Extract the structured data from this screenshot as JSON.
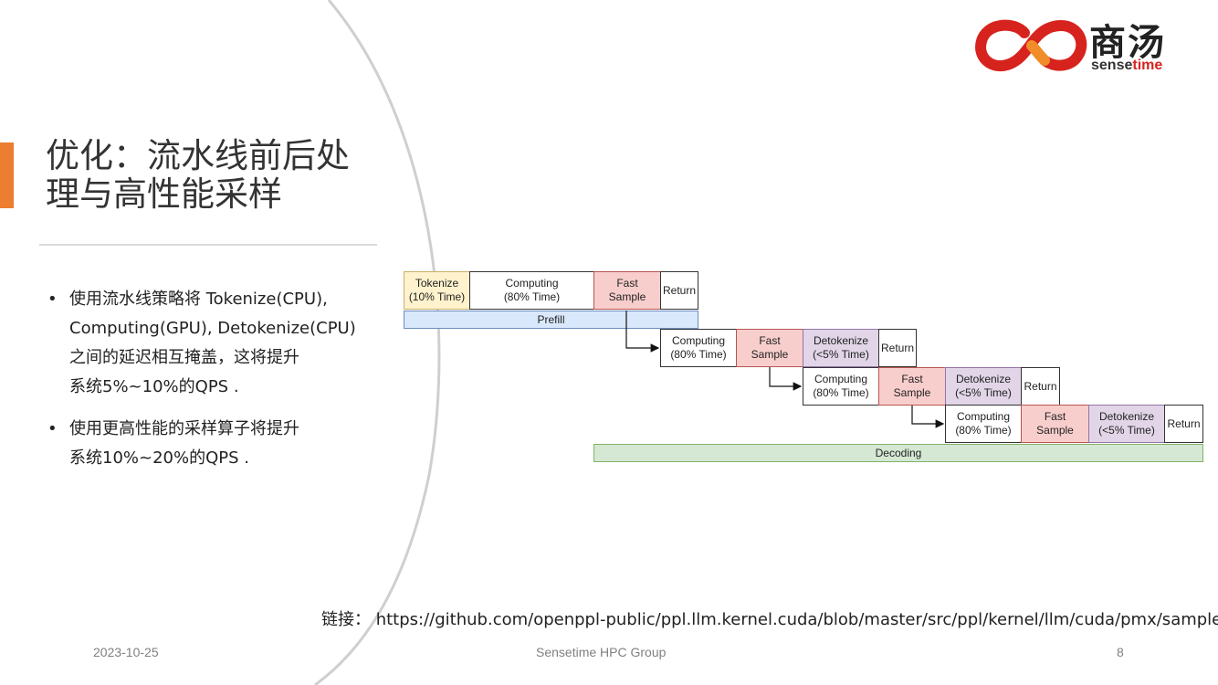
{
  "title_lines": [
    "优化：流水线前后处",
    "理与高性能采样"
  ],
  "logo": {
    "cn": "商汤",
    "en_prefix": "sense",
    "en_suffix": "time",
    "brand_red": "#d7231e",
    "brand_orange": "#f08c2a"
  },
  "bullets": [
    {
      "lines": [
        "使用流水线策略将 Tokenize(CPU),",
        "Computing(GPU), Detokenize(CPU)",
        "之间的延迟相互掩盖，这将提升",
        "系统5%~10%的QPS ."
      ]
    },
    {
      "lines": [
        "使用更高性能的采样算子将提升",
        "系统10%~20%的QPS ."
      ]
    }
  ],
  "diagram": {
    "row1": {
      "tokenize": [
        "Tokenize",
        "(10% Time)"
      ],
      "computing": [
        "Computing",
        "(80% Time)"
      ],
      "fast": [
        "Fast",
        "Sample"
      ],
      "return": "Return"
    },
    "prefill_label": "Prefill",
    "step": {
      "computing": [
        "Computing",
        "(80% Time)"
      ],
      "fast": [
        "Fast",
        "Sample"
      ],
      "detok": [
        "Detokenize",
        "(<5% Time)"
      ],
      "return": "Return"
    },
    "decoding_label": "Decoding"
  },
  "link_text": "链接： https://github.com/openppl-public/ppl.llm.kernel.cuda/blob/master/src/ppl/kernel/llm/cuda/pmx/sample.cu",
  "footer": {
    "date": "2023-10-25",
    "group": "Sensetime HPC Group",
    "page": "8"
  },
  "colors": {
    "accent_orange": "#ec7d31",
    "tokenize_fill": "#fff2cc",
    "fast_fill": "#f8cecc",
    "detok_fill": "#e1d5e7",
    "prefill_fill": "#dae8fc",
    "decoding_fill": "#d5e8d4"
  }
}
